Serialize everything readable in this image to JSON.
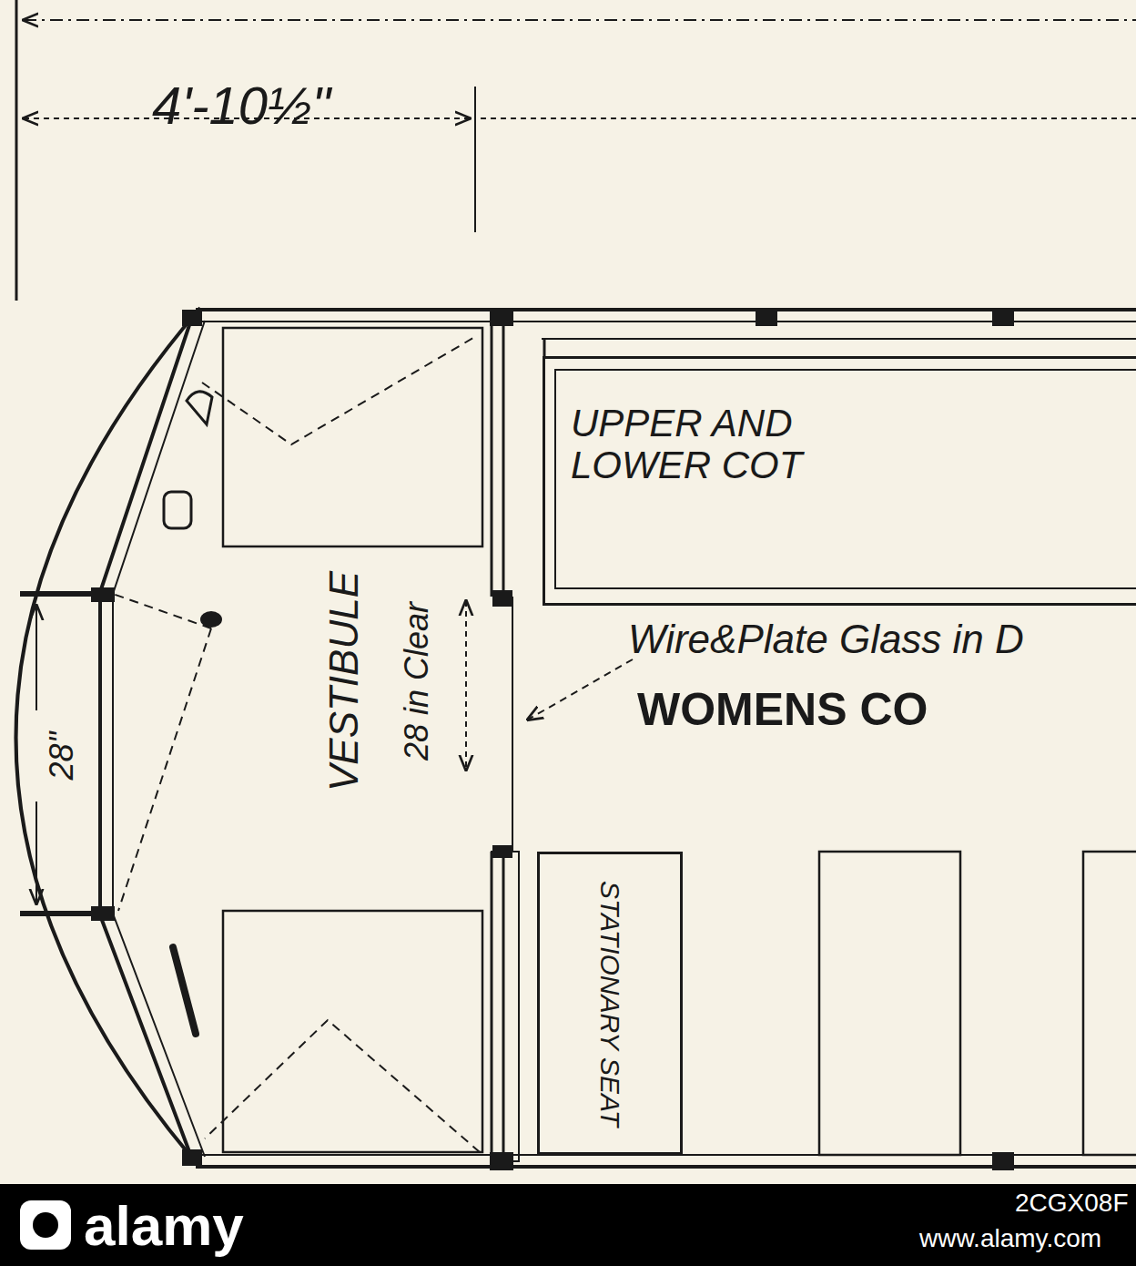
{
  "diagram": {
    "nodes": [
      {
        "text": [
          "UPPER AND LOWER COT"
        ]
      },
      {
        "text": [
          "STATIONARY SEAT"
        ]
      }
    ],
    "labels": [
      "4'-10½\"",
      "28\"",
      "VESTIBULE",
      "28 in Clear",
      "Wire&Plate Glass in D",
      "WOMENS CO",
      "alamy",
      "www.alamy.com",
      "2CGX08F"
    ]
  }
}
